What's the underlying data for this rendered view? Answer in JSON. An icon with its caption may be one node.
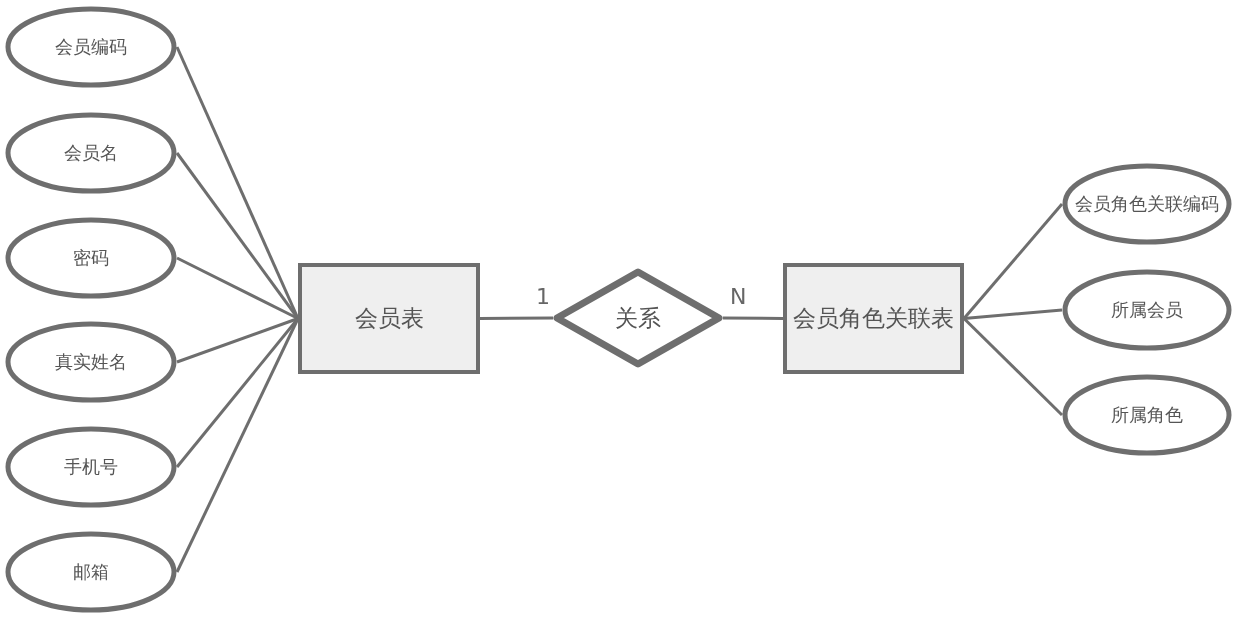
{
  "diagram": {
    "nodes": [
      {
        "text": [
          "会员编码"
        ]
      },
      {
        "text": [
          "会员名"
        ]
      },
      {
        "text": [
          "密码"
        ]
      },
      {
        "text": [
          "真实姓名"
        ]
      },
      {
        "text": [
          "手机号"
        ]
      },
      {
        "text": [
          "邮箱"
        ]
      },
      {
        "text": [
          "会员表"
        ]
      },
      {
        "text": [
          "关系"
        ]
      },
      {
        "text": [
          "会员角色关联表"
        ]
      },
      {
        "text": [
          "会员角色关联编码"
        ]
      },
      {
        "text": [
          "所属会员"
        ]
      },
      {
        "text": [
          "所属角色"
        ]
      }
    ],
    "edges": [
      {
        "from": 0,
        "to": 6,
        "arrow": "none"
      },
      {
        "from": 1,
        "to": 6,
        "arrow": "none"
      },
      {
        "from": 2,
        "to": 6,
        "arrow": "none"
      },
      {
        "from": 3,
        "to": 6,
        "arrow": "none"
      },
      {
        "from": 4,
        "to": 6,
        "arrow": "none"
      },
      {
        "from": 5,
        "to": 6,
        "arrow": "none"
      },
      {
        "from": 6,
        "to": 7,
        "arrow": "none",
        "label": "1"
      },
      {
        "from": 7,
        "to": 8,
        "arrow": "none",
        "label": "N"
      },
      {
        "from": 8,
        "to": 9,
        "arrow": "none"
      },
      {
        "from": 8,
        "to": 10,
        "arrow": "none"
      },
      {
        "from": 8,
        "to": 11,
        "arrow": "none"
      }
    ]
  }
}
